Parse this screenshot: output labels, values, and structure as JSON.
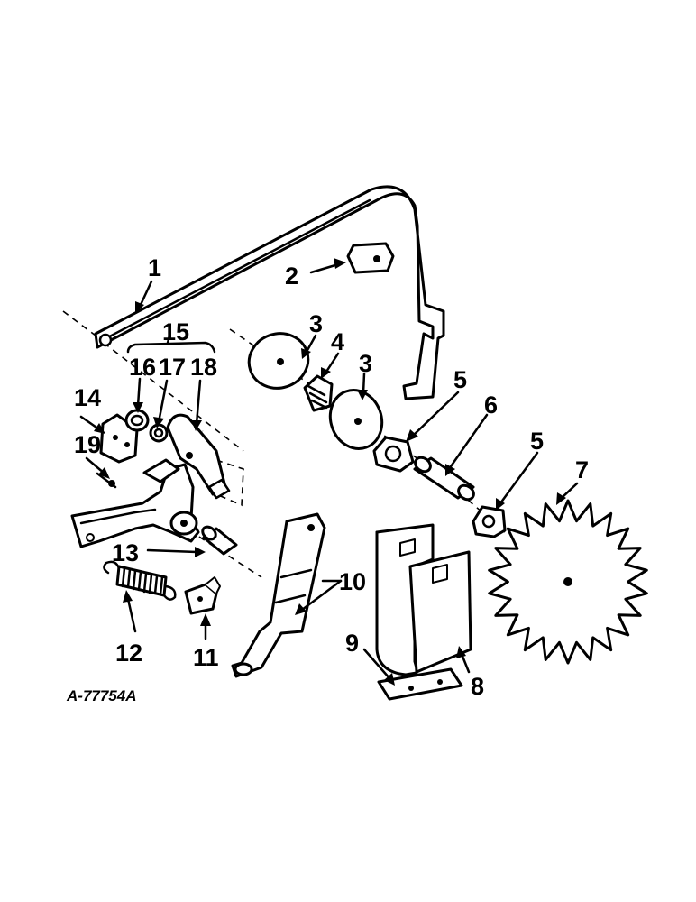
{
  "drawing_ref": "A-77754A",
  "callouts": [
    "1",
    "2",
    "3",
    "3",
    "4",
    "5",
    "5",
    "6",
    "7",
    "8",
    "9",
    "10",
    "11",
    "12",
    "13",
    "14",
    "15",
    "16",
    "17",
    "18",
    "19"
  ]
}
